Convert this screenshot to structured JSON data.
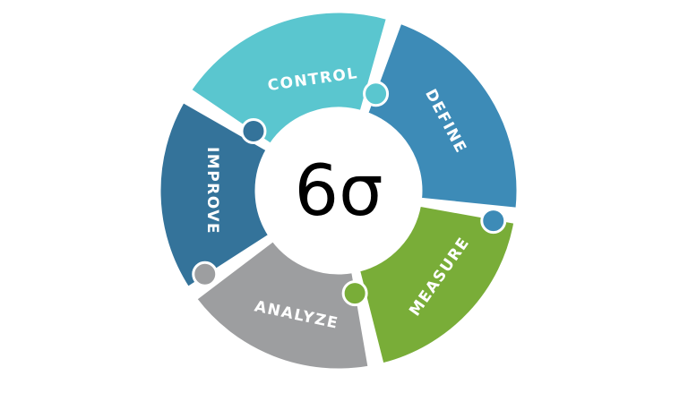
{
  "center_label": "6σ",
  "segments": [
    {
      "label": "CONTROL",
      "color": "#5ac6cf",
      "start_deg": -148,
      "end_deg": -72
    },
    {
      "label": "DEFINE",
      "color": "#3d8bb7",
      "start_deg": -72,
      "end_deg": 8
    },
    {
      "label": "MEASURE",
      "color": "#79ad38",
      "start_deg": 8,
      "end_deg": 78
    },
    {
      "label": "ANALYZE",
      "color": "#9d9ea0",
      "start_deg": 78,
      "end_deg": 145
    },
    {
      "label": "IMPROVE",
      "color": "#34739a",
      "start_deg": 145,
      "end_deg": 212
    }
  ]
}
